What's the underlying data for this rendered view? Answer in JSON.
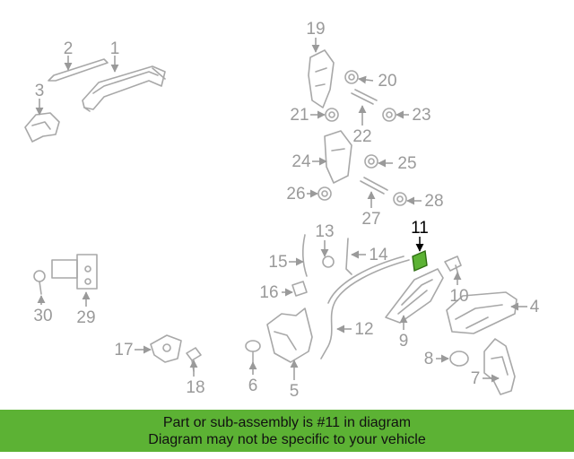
{
  "highlight": {
    "part_number": "11",
    "color": "#5cb234"
  },
  "callouts": [
    "1",
    "2",
    "3",
    "4",
    "5",
    "6",
    "7",
    "8",
    "9",
    "10",
    "11",
    "12",
    "13",
    "14",
    "15",
    "16",
    "17",
    "18",
    "19",
    "20",
    "21",
    "22",
    "23",
    "24",
    "25",
    "26",
    "27",
    "28",
    "29",
    "30"
  ],
  "banner": {
    "line1": "Part or sub-assembly is #11 in diagram",
    "line2": "Diagram may not be specific to your vehicle",
    "background": "#5cb234"
  }
}
